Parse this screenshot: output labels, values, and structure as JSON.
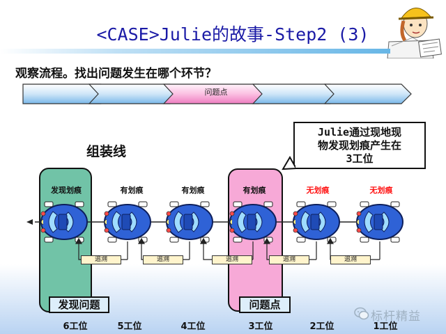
{
  "title": "<CASE>Julie的故事-Step2 (3)",
  "question": "观察流程。找出问题发生在哪个环节？",
  "process_arrow_caption": "问题点",
  "line_label": "组装线",
  "callout": [
    "Julie通过现地现",
    "物发现划痕产生在",
    "3工位"
  ],
  "car_labels": [
    {
      "text": "发现划痕",
      "status": "scratch"
    },
    {
      "text": "有划痕",
      "status": "scratch"
    },
    {
      "text": "有划痕",
      "status": "scratch"
    },
    {
      "text": "有划痕",
      "status": "scratch"
    },
    {
      "text": "无划痕",
      "status": "clean"
    },
    {
      "text": "无划痕",
      "status": "clean"
    }
  ],
  "trace_label": "追溯",
  "tags": {
    "found_problem": "发现问题",
    "problem_point": "问题点"
  },
  "stations": [
    "6工位",
    "5工位",
    "4工位",
    "3工位",
    "2工位",
    "1工位"
  ],
  "watermark": "标杆精益",
  "colors": {
    "title": "#1a1aa6",
    "found_highlight": "#71c3a7",
    "problem_highlight": "#f7a9d7",
    "car_body": "#2f62d6",
    "clean_label": "#ff1010"
  }
}
